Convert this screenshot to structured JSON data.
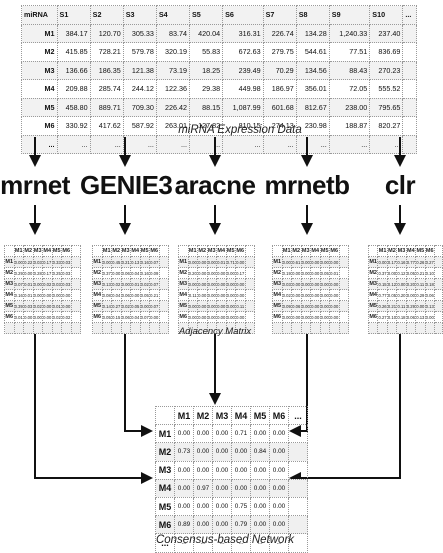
{
  "expression": {
    "headers": [
      "miRNA",
      "S1",
      "S2",
      "S3",
      "S4",
      "S5",
      "S6",
      "S7",
      "S8",
      "S9",
      "S10",
      "..."
    ],
    "rows": [
      {
        "label": "M1",
        "values": [
          "384.17",
          "120.70",
          "305.33",
          "83.74",
          "420.04",
          "316.31",
          "226.74",
          "134.28",
          "1,240.33",
          "237.40",
          ""
        ]
      },
      {
        "label": "M2",
        "values": [
          "415.85",
          "728.21",
          "579.78",
          "320.19",
          "55.83",
          "672.63",
          "279.75",
          "544.61",
          "77.51",
          "836.69",
          ""
        ]
      },
      {
        "label": "M3",
        "values": [
          "136.66",
          "186.35",
          "121.38",
          "73.19",
          "18.25",
          "239.49",
          "70.29",
          "134.56",
          "88.43",
          "270.23",
          ""
        ]
      },
      {
        "label": "M4",
        "values": [
          "209.88",
          "285.74",
          "244.12",
          "122.36",
          "29.38",
          "449.98",
          "186.97",
          "356.01",
          "72.05",
          "555.52",
          ""
        ]
      },
      {
        "label": "M5",
        "values": [
          "458.80",
          "889.71",
          "709.30",
          "226.42",
          "88.15",
          "1,087.99",
          "601.68",
          "812.67",
          "238.00",
          "795.65",
          ""
        ]
      },
      {
        "label": "M6",
        "values": [
          "330.92",
          "417.62",
          "587.92",
          "263.01",
          "127.82",
          "810.15",
          "274.13",
          "230.98",
          "188.87",
          "820.27",
          ""
        ]
      },
      {
        "label": "...",
        "values": [
          "...",
          "...",
          "...",
          "...",
          "...",
          "...",
          "...",
          "...",
          "...",
          "...",
          ""
        ]
      }
    ],
    "caption": "miRNA Expression Data"
  },
  "methods": [
    "mrnet",
    "GENIE3",
    "aracne",
    "mrnetb",
    "clr"
  ],
  "adjacency_caption": "Adjacency Matrix",
  "mini_headers": [
    "M1",
    "M2",
    "M3",
    "M4",
    "M5",
    "M6"
  ],
  "mini_matrices": [
    [
      [
        "0.00",
        "0.22",
        "0.03",
        "0.17",
        "0.33",
        "0.03"
      ],
      [
        "0.29",
        "0.00",
        "0.28",
        "0.17",
        "0.25",
        "0.03"
      ],
      [
        "0.07",
        "0.01",
        "0.00",
        "0.02",
        "0.03",
        "0.03"
      ],
      [
        "0.16",
        "0.01",
        "0.00",
        "0.00",
        "0.00",
        "0.00"
      ],
      [
        "0.39",
        "0.03",
        "0.02",
        "0.00",
        "0.01",
        "0.00"
      ],
      [
        "0.01",
        "0.00",
        "0.00",
        "0.00",
        "0.02",
        "0.02"
      ]
    ],
    [
      [
        "0.00",
        "0.45",
        "0.21",
        "0.13",
        "0.16",
        "0.07"
      ],
      [
        "0.37",
        "0.00",
        "0.06",
        "0.04",
        "0.16",
        "0.09"
      ],
      [
        "0.13",
        "0.02",
        "0.00",
        "0.01",
        "0.02",
        "0.07"
      ],
      [
        "0.08",
        "0.04",
        "0.06",
        "0.00",
        "0.05",
        "0.21"
      ],
      [
        "0.14",
        "0.27",
        "0.02",
        "0.05",
        "0.00",
        "0.07"
      ],
      [
        "0.05",
        "0.15",
        "0.06",
        "0.04",
        "0.07",
        "0.00"
      ]
    ],
    [
      [
        "0.00",
        "0.00",
        "0.00",
        "0.01",
        "0.71",
        "0.00"
      ],
      [
        "0.20",
        "0.00",
        "0.00",
        "0.00",
        "0.00",
        "0.17"
      ],
      [
        "0.00",
        "0.00",
        "0.00",
        "0.00",
        "0.00",
        "0.00"
      ],
      [
        "0.11",
        "0.00",
        "0.00",
        "0.00",
        "0.00",
        "0.00"
      ],
      [
        "0.00",
        "0.00",
        "0.00",
        "0.00",
        "0.00",
        "0.11"
      ],
      [
        "0.00",
        "0.00",
        "0.00",
        "0.00",
        "0.00",
        "0.00"
      ]
    ],
    [
      [
        "0.00",
        "0.61",
        "0.00",
        "0.00",
        "0.00",
        "0.00"
      ],
      [
        "0.19",
        "0.00",
        "0.00",
        "0.00",
        "0.05",
        "0.01"
      ],
      [
        "0.03",
        "0.00",
        "0.00",
        "0.00",
        "0.00",
        "0.00"
      ],
      [
        "0.02",
        "0.00",
        "0.00",
        "0.00",
        "0.00",
        "0.00"
      ],
      [
        "0.09",
        "0.06",
        "0.00",
        "0.00",
        "0.00",
        "0.00"
      ],
      [
        "0.00",
        "0.00",
        "0.00",
        "0.00",
        "0.00",
        "0.00"
      ]
    ],
    [
      [
        "0.00",
        "0.17",
        "0.16",
        "0.77",
        "0.26",
        "0.27"
      ],
      [
        "0.37",
        "0.00",
        "0.12",
        "0.05",
        "0.21",
        "0.10"
      ],
      [
        "0.15",
        "0.12",
        "0.00",
        "0.20",
        "0.11",
        "0.18"
      ],
      [
        "0.77",
        "0.05",
        "0.20",
        "0.00",
        "0.29",
        "0.06"
      ],
      [
        "0.26",
        "0.21",
        "0.11",
        "0.29",
        "0.00",
        "0.13"
      ],
      [
        "0.27",
        "0.10",
        "0.18",
        "0.06",
        "0.13",
        "0.00"
      ]
    ]
  ],
  "consensus": {
    "headers": [
      "M1",
      "M2",
      "M3",
      "M4",
      "M5",
      "M6",
      "..."
    ],
    "rows": [
      {
        "label": "M1",
        "values": [
          "0.00",
          "0.00",
          "0.00",
          "0.71",
          "0.00",
          "0.00",
          ""
        ]
      },
      {
        "label": "M2",
        "values": [
          "0.73",
          "0.00",
          "0.00",
          "0.00",
          "0.84",
          "0.00",
          ""
        ]
      },
      {
        "label": "M3",
        "values": [
          "0.00",
          "0.00",
          "0.00",
          "0.00",
          "0.00",
          "0.00",
          ""
        ]
      },
      {
        "label": "M4",
        "values": [
          "0.00",
          "0.97",
          "0.00",
          "0.00",
          "0.00",
          "0.00",
          ""
        ]
      },
      {
        "label": "M5",
        "values": [
          "0.00",
          "0.00",
          "0.00",
          "0.75",
          "0.00",
          "0.00",
          ""
        ]
      },
      {
        "label": "M6",
        "values": [
          "0.89",
          "0.00",
          "0.00",
          "0.79",
          "0.00",
          "0.00",
          ""
        ]
      },
      {
        "label": "...",
        "values": [
          "...",
          "...",
          "...",
          "...",
          "...",
          "...",
          ""
        ]
      }
    ],
    "caption": "Consensus-based Network"
  }
}
